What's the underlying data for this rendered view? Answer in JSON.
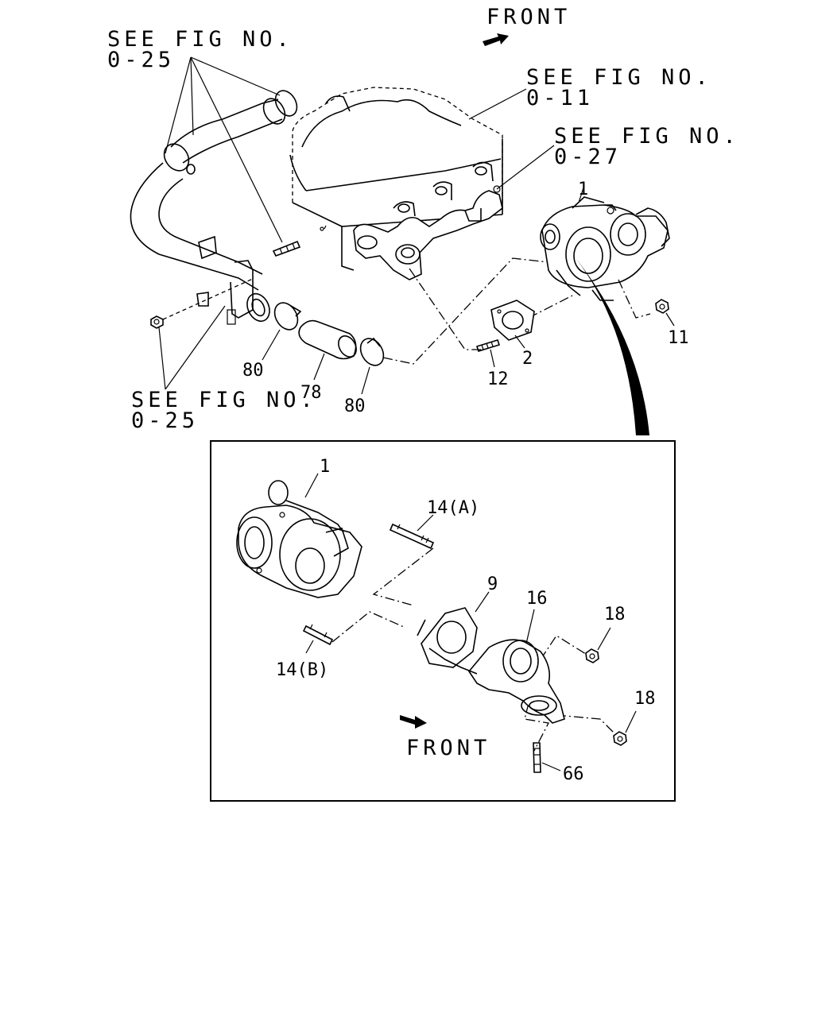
{
  "refs": {
    "fig_0_25_top": [
      "SEE FIG NO.",
      "0-25"
    ],
    "fig_0_11": [
      "SEE FIG NO.",
      "0-11"
    ],
    "fig_0_27": [
      "SEE FIG NO.",
      "0-27"
    ],
    "fig_0_25_bottom": [
      "SEE FIG NO.",
      "0-25"
    ]
  },
  "front_labels": {
    "top": "FRONT",
    "inset": "FRONT"
  },
  "callouts": {
    "main": {
      "turbo": "1",
      "gasket": "2",
      "nut": "11",
      "stud": "12",
      "hose": "78",
      "clamp_left": "80",
      "clamp_right": "80"
    },
    "inset": {
      "turbo": "1",
      "stud_a": "14(A)",
      "stud_b": "14(B)",
      "gasket": "9",
      "pipe": "16",
      "nut_upper": "18",
      "nut_lower": "18",
      "stud_66": "66"
    }
  }
}
